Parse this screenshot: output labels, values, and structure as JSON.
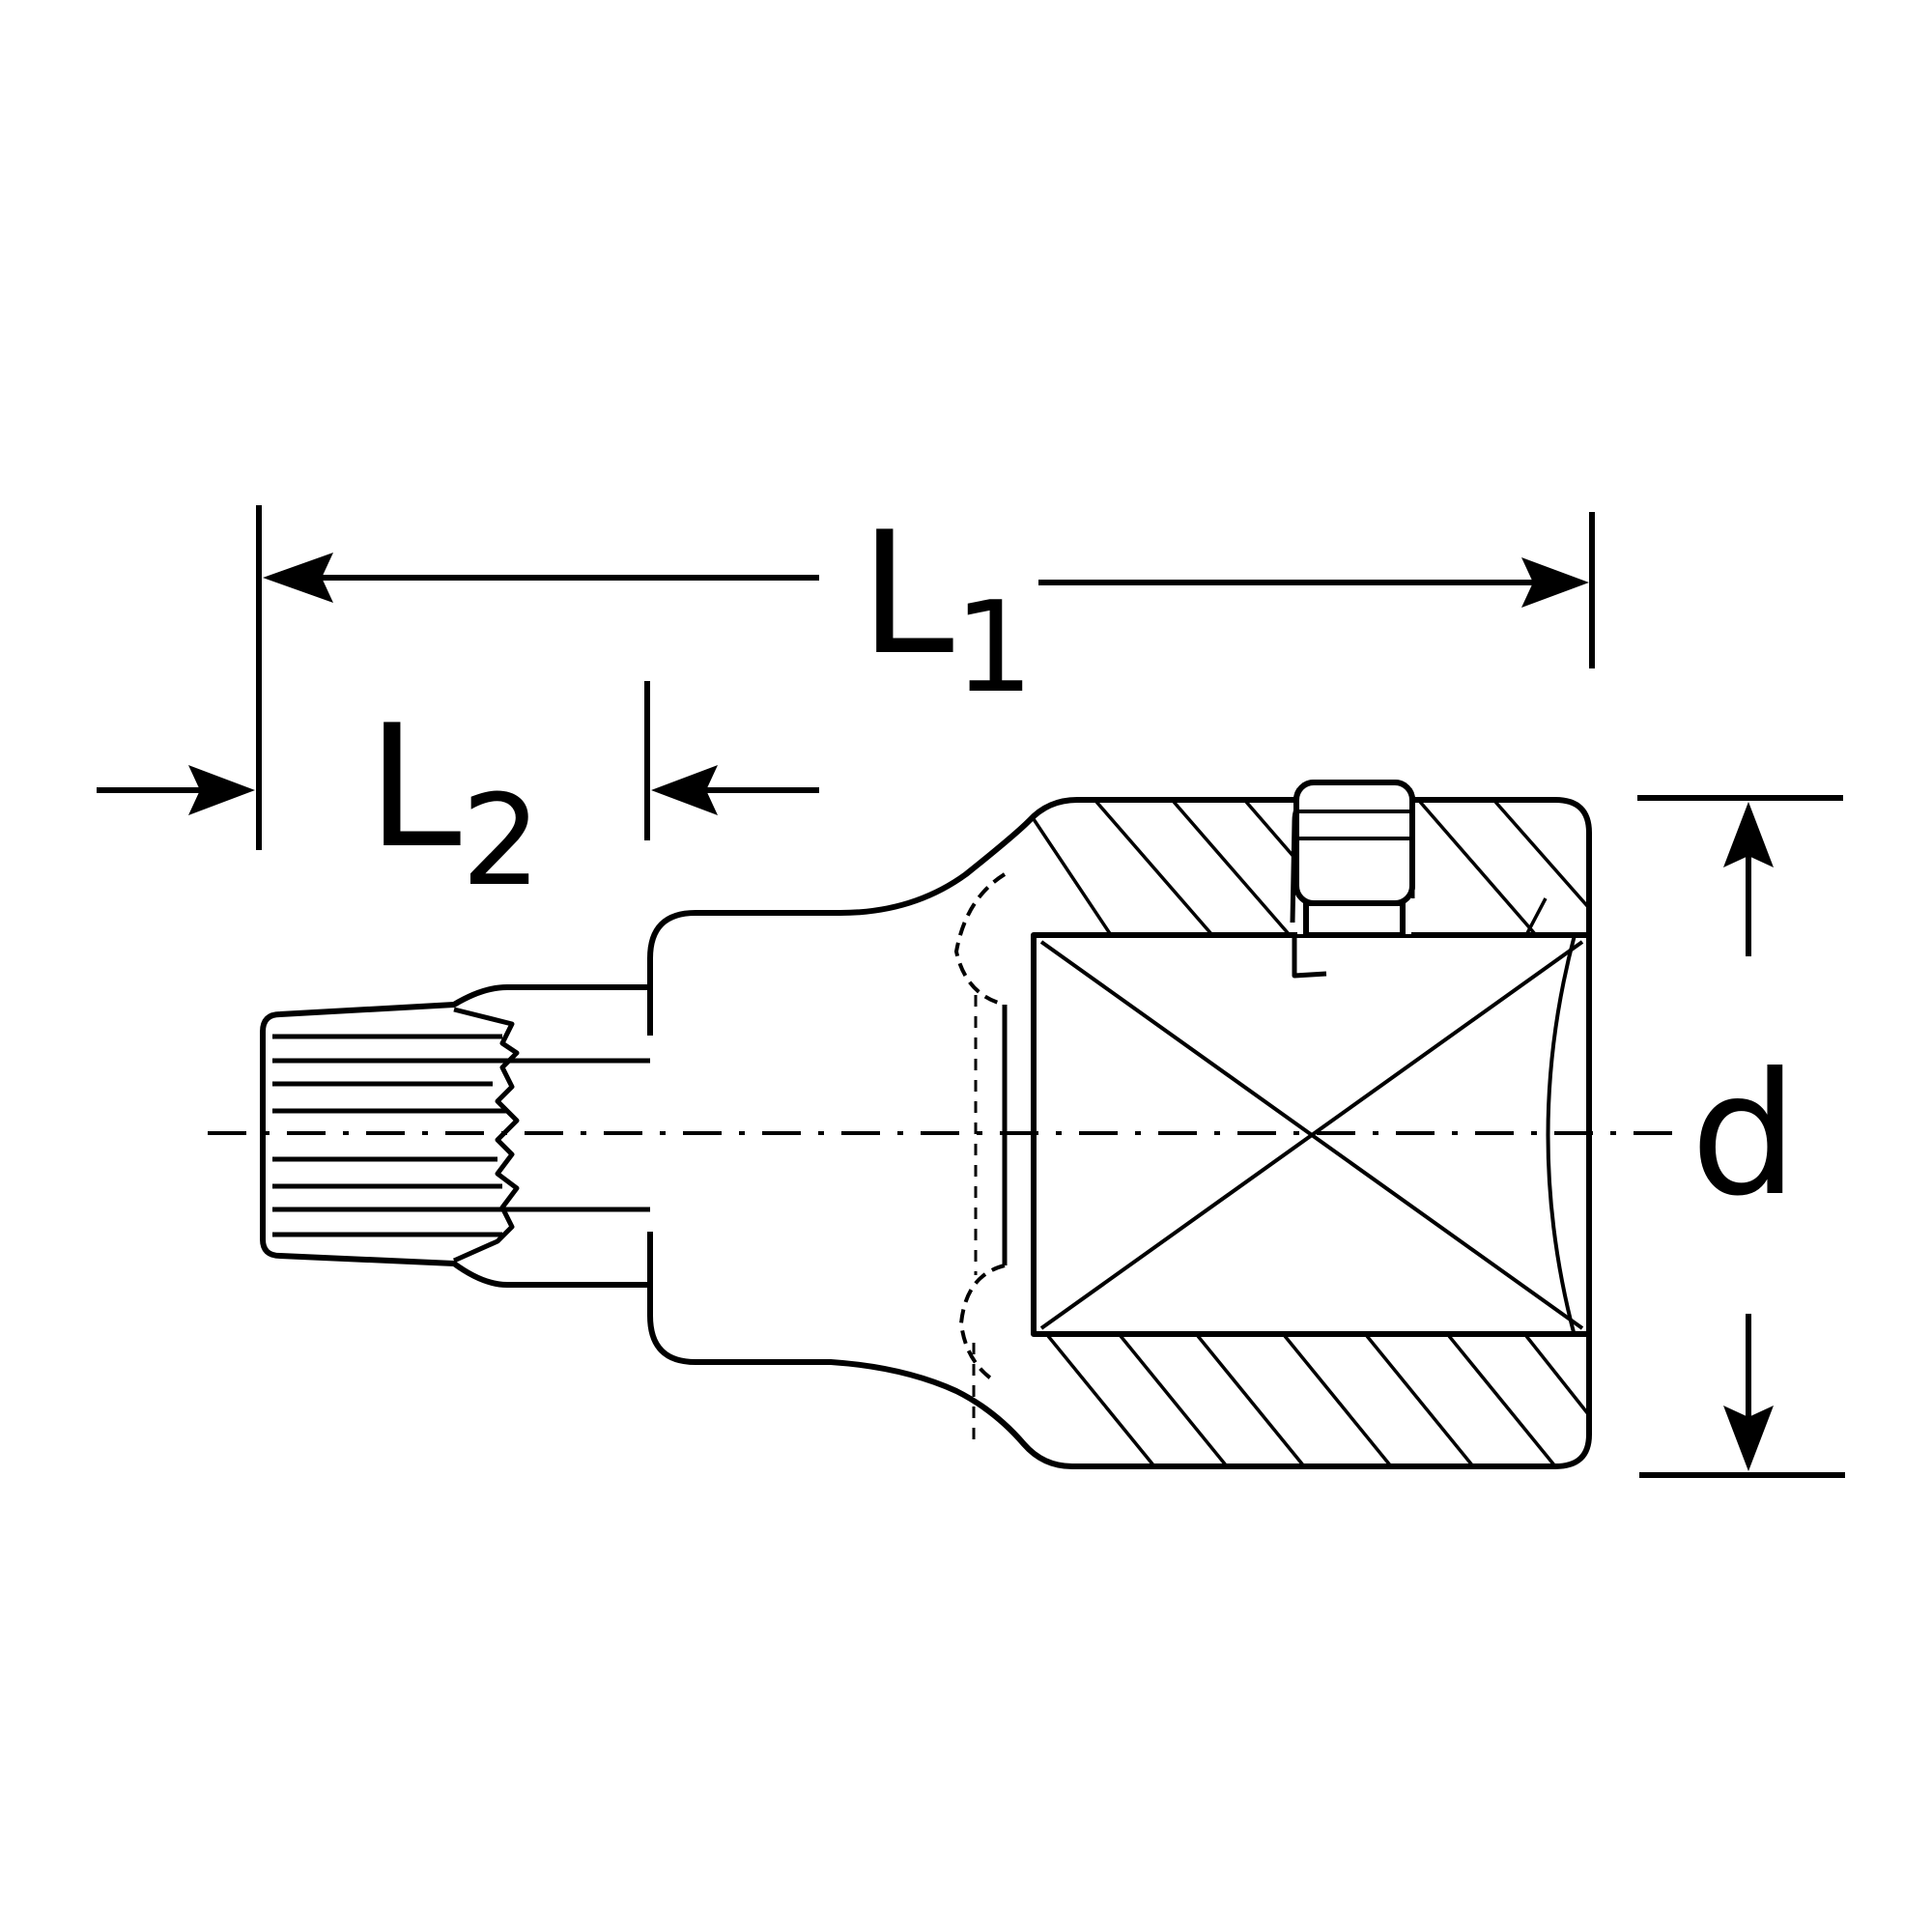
{
  "diagram": {
    "labels": {
      "overall_length_main": "L",
      "overall_length_sub": "1",
      "bit_length_main": "L",
      "bit_length_sub": "2",
      "diameter": "d"
    },
    "colors": {
      "stroke": "#000000",
      "background": "#ffffff"
    }
  }
}
